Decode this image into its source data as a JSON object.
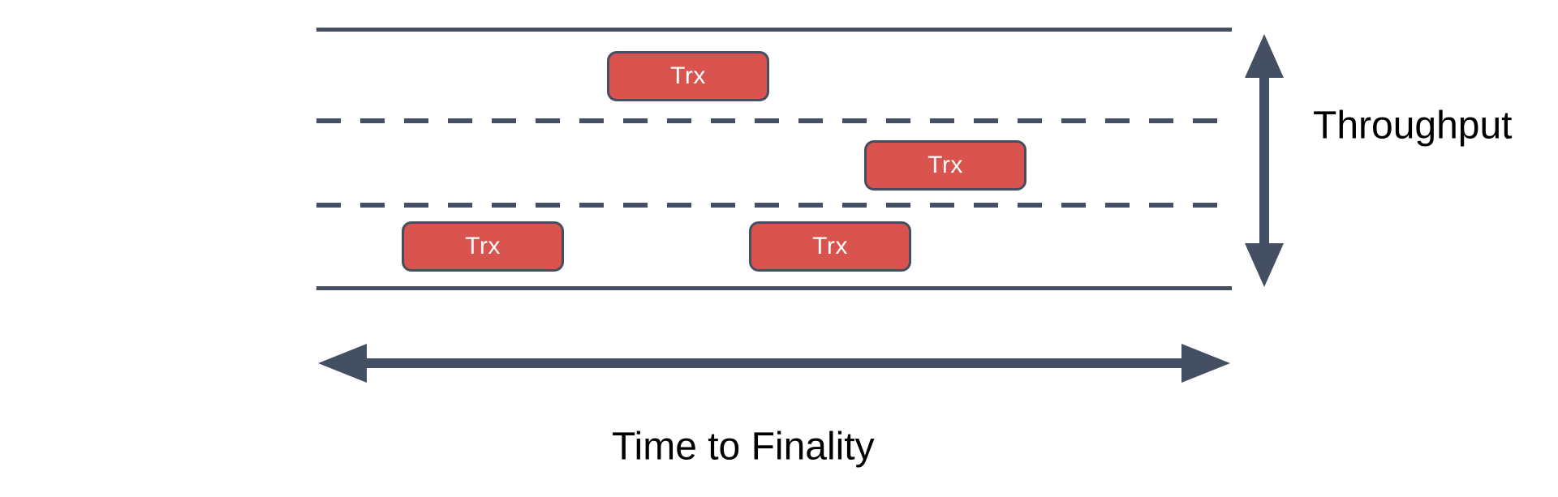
{
  "diagram": {
    "title_hidden": "",
    "colors": {
      "line": "#454F63",
      "box_fill": "#D9534F",
      "box_border": "#454F63",
      "box_text": "#FFFFFF",
      "label_text": "#000000",
      "background": "#FFFFFF"
    },
    "labels": {
      "vertical_axis": "Throughput",
      "horizontal_axis": "Time to Finality"
    },
    "lanes": {
      "count": 3,
      "top_boundary": "solid",
      "middle_boundaries": "dashed",
      "bottom_boundary": "solid"
    },
    "transactions": [
      {
        "label": "Trx",
        "lane": 1,
        "position": "center-left"
      },
      {
        "label": "Trx",
        "lane": 2,
        "position": "center-right"
      },
      {
        "label": "Trx",
        "lane": 3,
        "position": "left"
      },
      {
        "label": "Trx",
        "lane": 3,
        "position": "center"
      }
    ],
    "arrows": {
      "vertical": {
        "name": "throughput-arrow",
        "direction": "double",
        "orientation": "vertical"
      },
      "horizontal": {
        "name": "time-to-finality-arrow",
        "direction": "double",
        "orientation": "horizontal"
      }
    }
  }
}
